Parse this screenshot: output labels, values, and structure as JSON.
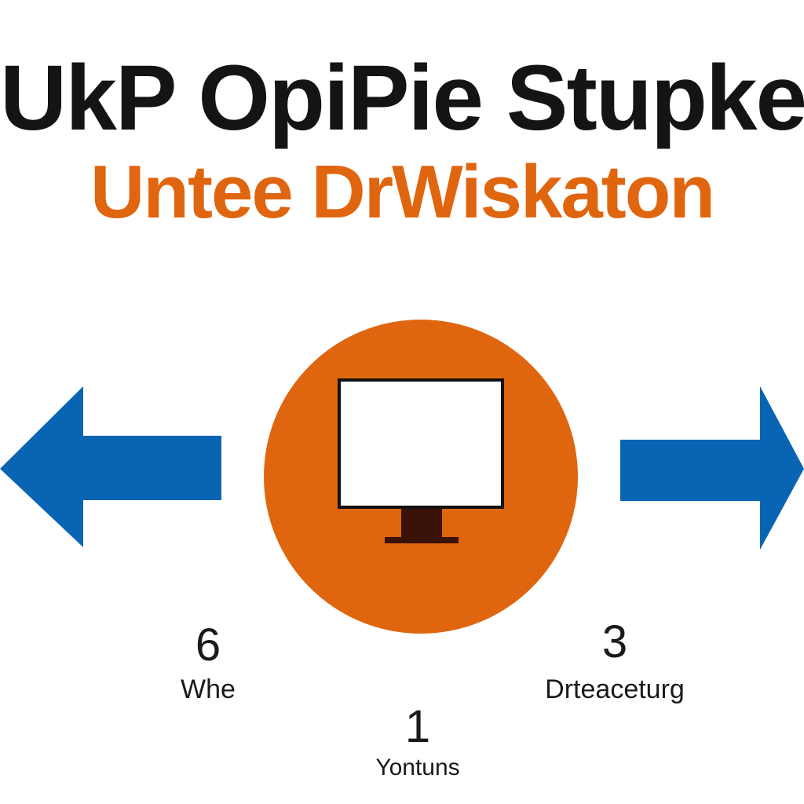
{
  "header": {
    "title": "UkP OpiPie Stupket",
    "subtitle": "Untee DrWiskaton"
  },
  "colors": {
    "title": "#141414",
    "accent_orange": "#e0650f",
    "arrow_blue": "#0a64b4",
    "monitor_stand": "#3a1208"
  },
  "icons": {
    "left_arrow": "arrow-left-icon",
    "right_arrow": "arrow-right-icon",
    "center": "monitor-icon"
  },
  "labels": {
    "left": {
      "number": "6",
      "caption": "Whe"
    },
    "right": {
      "number": "3",
      "caption": "Drteaceturg"
    },
    "center": {
      "number": "1",
      "caption": "Yontuns"
    }
  }
}
